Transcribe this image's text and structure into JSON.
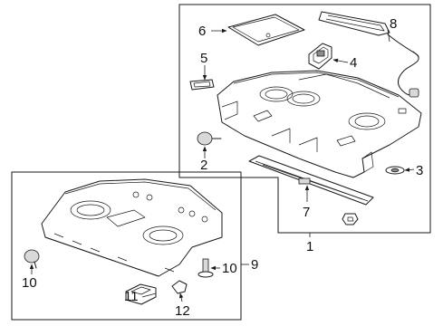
{
  "callouts": {
    "c1": "1",
    "c2": "2",
    "c3": "3",
    "c4": "4",
    "c5": "5",
    "c6": "6",
    "c7": "7",
    "c8": "8",
    "c9": "9",
    "c10a": "10",
    "c10b": "10",
    "c11": "11",
    "c12": "12"
  }
}
